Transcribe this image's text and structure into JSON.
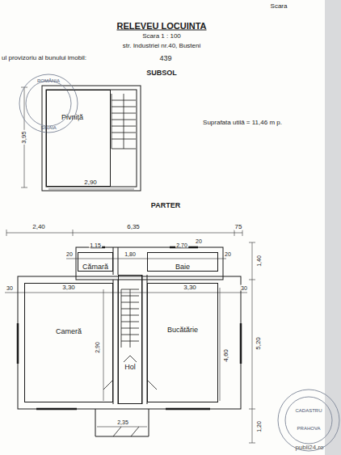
{
  "diagram": {
    "title": "RELEVEU LOCUINTA",
    "nodes": [
      {
        "text": [
          "Pivniță"
        ]
      },
      {
        "text": [
          "Cămară"
        ]
      },
      {
        "text": [
          "Baie"
        ]
      },
      {
        "text": [
          "Cameră"
        ]
      },
      {
        "text": [
          "Bucătărie"
        ]
      },
      {
        "text": [
          "Hol"
        ]
      }
    ],
    "labels": [
      "Scara",
      "Scara 1 : 100",
      "str. Industriei nr.40, Busteni",
      "ul provizoriu al bunului imobil:",
      "439",
      "SUBSOL",
      "Suprafata utilă = 11,46 m p.",
      "3,95",
      "2,90",
      "PARTER",
      "2,40",
      "6,35",
      "75",
      "20",
      "1,15",
      "1,80",
      "20",
      "2,70",
      "20",
      "30",
      "3,30",
      "3,30",
      "30",
      "1,40",
      "5,20",
      "4,60",
      "2,90",
      "2,35",
      "1,20",
      "ROMÂNIA",
      "SINAIA",
      "PRAHOVA",
      "CADASTRU",
      "publi24.ro"
    ]
  }
}
